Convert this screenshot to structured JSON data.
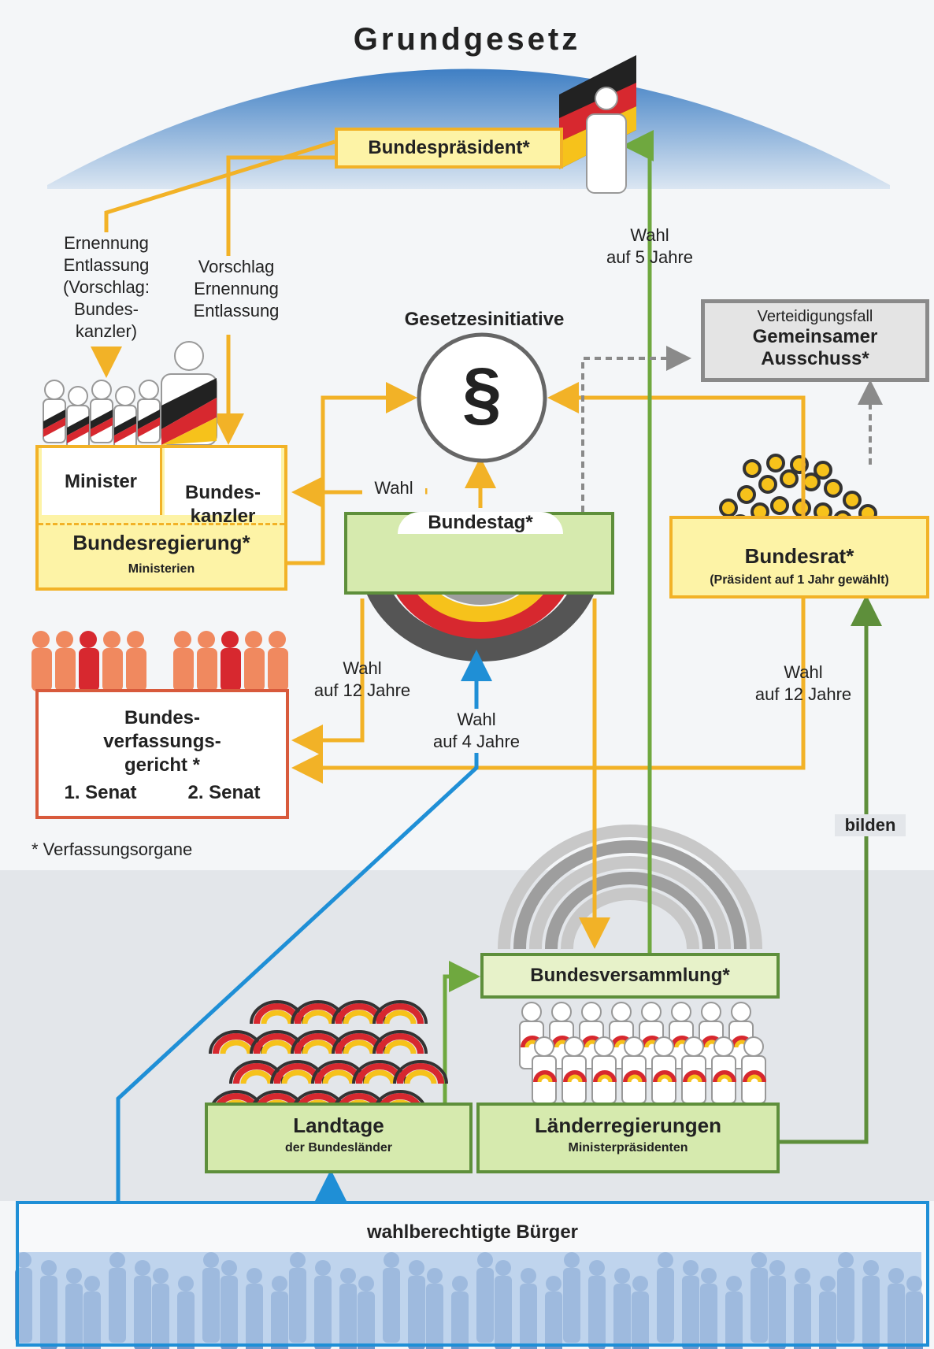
{
  "title": "Grundgesetz",
  "nodes": {
    "bundespraesident": "Bundespräsident*",
    "minister": "Minister",
    "bundeskanzler": "Bundes-\nkanzler",
    "bundesregierung": "Bundesregierung*",
    "bundesregierung_sub": "Ministerien",
    "bundestag": "Bundestag*",
    "gesetzesinitiative": "Gesetzesinitiative",
    "paragraph": "§",
    "verteidigungsfall": "Verteidigungsfall",
    "gemeinsamer_ausschuss": "Gemeinsamer\nAusschuss*",
    "bundesrat": "Bundesrat*",
    "bundesrat_sub": "(Präsident auf 1 Jahr gewählt)",
    "bverfg": "Bundes-\nverfassungs-\ngericht *",
    "senat1": "1. Senat",
    "senat2": "2. Senat",
    "footnote": "* Verfassungsorgane",
    "bundesversammlung": "Bundesversammlung*",
    "landtage": "Landtage",
    "landtage_sub": "der Bundesländer",
    "laenderregierungen": "Länderregierungen",
    "laenderregierungen_sub": "Ministerpräsidenten",
    "buerger": "wahlberechtigte Bürger"
  },
  "edge_labels": {
    "ernennung_minister": "Ernennung\nEntlassung\n(Vorschlag:\nBundes-\nkanzler)",
    "vorschlag_kanzler": "Vorschlag\nErnennung\nEntlassung",
    "wahl_5": "Wahl\nauf 5 Jahre",
    "wahl_kanzler": "Wahl",
    "wahl_12_bt": "Wahl\nauf 12 Jahre",
    "wahl_4": "Wahl\nauf 4 Jahre",
    "wahl_12_br": "Wahl\nauf 12 Jahre",
    "bilden": "bilden"
  },
  "colors": {
    "yellow_arrow": "#f2b227",
    "green_arrow": "#6fa83f",
    "blue_arrow": "#1f8fd6",
    "grey_arrow": "#8a8a8a",
    "flag_black": "#222222",
    "flag_red": "#d7282f",
    "flag_gold": "#f6c21b"
  }
}
